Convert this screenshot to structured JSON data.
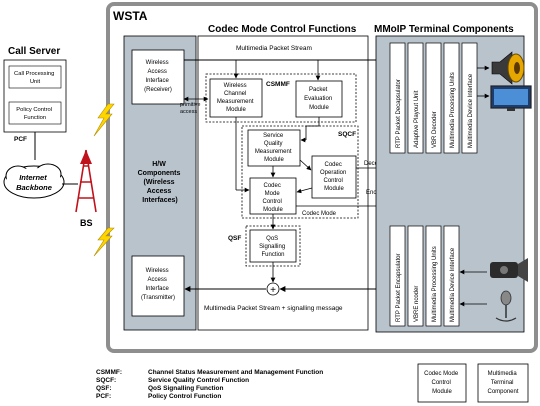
{
  "title": "WSTA",
  "call_server": {
    "title": "Call Server",
    "cpu": [
      "Call Processing",
      "Unit"
    ],
    "pcf": [
      "Policy Control",
      "Function"
    ],
    "pcf_tag": "PCF"
  },
  "network": {
    "backbone": [
      "Internet",
      "Backbone"
    ],
    "bs": "BS"
  },
  "hw": [
    "H/W",
    "Components",
    "(Wireless",
    "Access",
    "Interfaces)"
  ],
  "wai_rx": [
    "Wireless",
    "Access",
    "Interface",
    "(Receiver)"
  ],
  "wai_tx": [
    "Wireless",
    "Access",
    "Interface",
    "(Transmitter)"
  ],
  "codec": {
    "header": "Codec Mode Control Functions",
    "stream_in": "Multimedia Packet Stream",
    "primitive": [
      "primitive",
      "access"
    ],
    "csmmf": "CSMMF",
    "wcmm": [
      "Wireless",
      "Channel",
      "Measurement",
      "Module"
    ],
    "pem": [
      "Packet",
      "Evaluation",
      "Module"
    ],
    "sqcf": "SQCF",
    "sqmm": [
      "Service",
      "Quality",
      "Measurement",
      "Module"
    ],
    "cocm": [
      "Codec",
      "Operation",
      "Control",
      "Module"
    ],
    "cmcm": [
      "Codec",
      "Mode",
      "Control",
      "Module"
    ],
    "codec_mode": "Codec Mode",
    "qsf": "QSF",
    "qosf": [
      "QoS",
      "Signalling",
      "Function"
    ],
    "plus": "+",
    "stream_out": "Multimedia Packet Stream + signalling message",
    "decoding_rate": "Decoding rate",
    "encoding_rate": "Encoding rate"
  },
  "mmoip": {
    "header": "MMoIP Terminal Components",
    "upper": [
      "RTP Packet Decapsulator",
      "Adaptive Playout Unit",
      "VBR Decoder",
      "Multimedia Processing Units",
      "Multimedia Device Interface"
    ],
    "lower": [
      "RTP Packet Encapsulator",
      "VBRE ncoder",
      "Multimedia Processing Units",
      "Multimedia Device Interface"
    ]
  },
  "legend": {
    "terms": [
      {
        "abbr": "CSMMF:",
        "desc": "Channel Status Measurement and Management Function"
      },
      {
        "abbr": "SQCF:",
        "desc": "Service Quality Control Function"
      },
      {
        "abbr": "QSF:",
        "desc": "QoS Signalling Function"
      },
      {
        "abbr": "PCF:",
        "desc": "Policy Control Function"
      }
    ],
    "codec_box": [
      "Codec Mode",
      "Control",
      "Module"
    ],
    "terminal_box": [
      "Multimedia",
      "Terminal",
      "Component"
    ]
  },
  "colors": {
    "shaded": "#b8c3cc",
    "frame": "#8e8e8e",
    "lightning": "#ffd500",
    "tower": "#c0121c"
  },
  "icons": [
    "speaker-icon",
    "monitor-icon",
    "camcorder-icon",
    "microphone-icon",
    "lightning-icon",
    "antenna-tower-icon"
  ]
}
